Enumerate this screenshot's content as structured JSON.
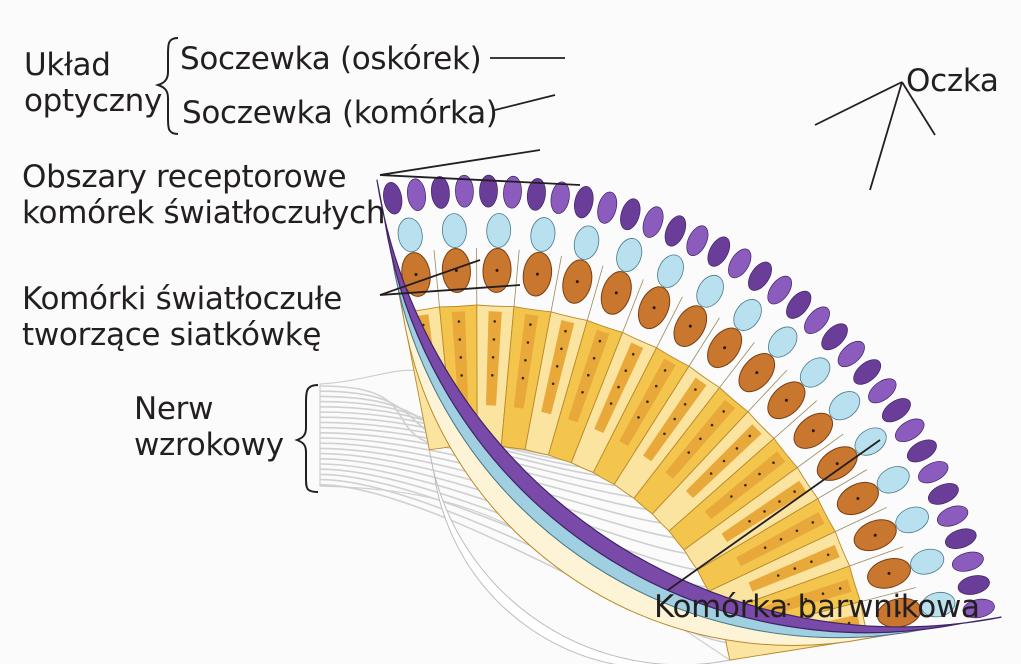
{
  "diagram": {
    "labels": {
      "optical_system_line1": "Układ",
      "optical_system_line2": "optyczny",
      "lens_cuticle": "Soczewka (oskórek)",
      "lens_cell": "Soczewka (komórka)",
      "receptor_areas_line1": "Obszary receptorowe",
      "receptor_areas_line2": "komórek światłoczułych",
      "photoreceptor_cells_line1": "Komórki  światłoczułe",
      "photoreceptor_cells_line2": "tworzące siatkówkę",
      "optic_nerve_line1": "Nerw",
      "optic_nerve_line2": "wzrokowy",
      "ommatidia": "Oczka",
      "pigment_cell": "Komórka barwnikowa"
    },
    "colors": {
      "ommatidia_outer": "#7a4aa8",
      "lens_cuticle": "#a9d3e4",
      "lens_cell": "#9fcfe0",
      "pigment_cell": "#c9762f",
      "receptor_yellow": "#f4c54c",
      "receptor_light": "#fbe3a0",
      "nerve_fibers": "#ffffff",
      "label_text": "#231f20"
    }
  }
}
